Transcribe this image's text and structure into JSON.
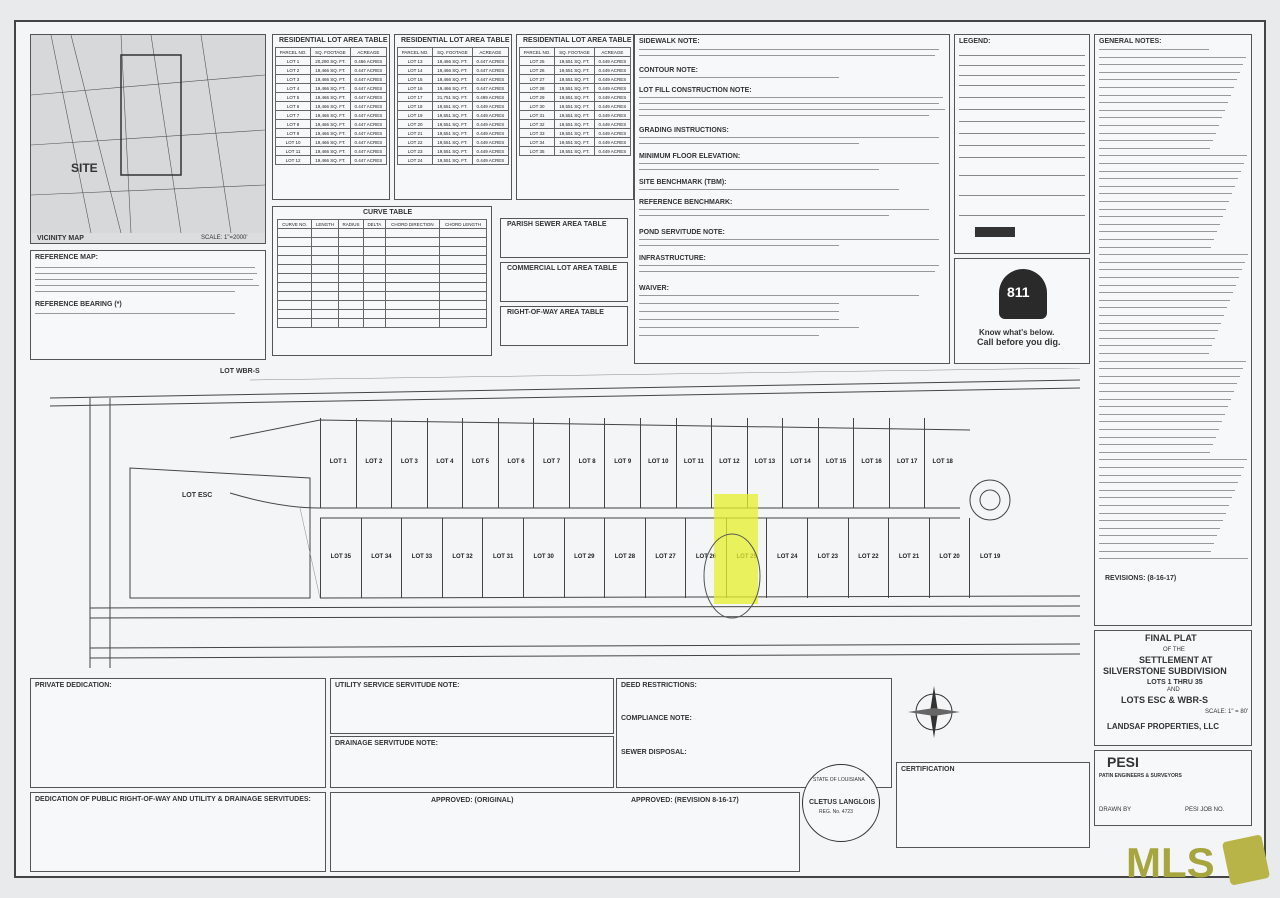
{
  "vicinity": {
    "title": "VICINITY MAP",
    "scale": "SCALE: 1\"=2000'",
    "site": "SITE"
  },
  "reference": {
    "map_title": "REFERENCE MAP:",
    "bearing_title": "REFERENCE BEARING (*)"
  },
  "tables": {
    "res1_title": "RESIDENTIAL LOT AREA TABLE",
    "res2_title": "RESIDENTIAL LOT AREA TABLE",
    "res3_title": "RESIDENTIAL LOT AREA TABLE",
    "headers": [
      "PARCEL NO.",
      "SQ. FOOTAGE",
      "ACREAGE"
    ],
    "res1": [
      [
        "LOT 1",
        "20,290 SQ. FT.",
        "0.466 ACRES"
      ],
      [
        "LOT 2",
        "19,466 SQ. FT.",
        "0.447 ACRES"
      ],
      [
        "LOT 3",
        "19,466 SQ. FT.",
        "0.447 ACRES"
      ],
      [
        "LOT 4",
        "19,466 SQ. FT.",
        "0.447 ACRES"
      ],
      [
        "LOT 5",
        "19,466 SQ. FT.",
        "0.447 ACRES"
      ],
      [
        "LOT 6",
        "19,466 SQ. FT.",
        "0.447 ACRES"
      ],
      [
        "LOT 7",
        "19,466 SQ. FT.",
        "0.447 ACRES"
      ],
      [
        "LOT 8",
        "19,466 SQ. FT.",
        "0.447 ACRES"
      ],
      [
        "LOT 9",
        "19,466 SQ. FT.",
        "0.447 ACRES"
      ],
      [
        "LOT 10",
        "19,466 SQ. FT.",
        "0.447 ACRES"
      ],
      [
        "LOT 11",
        "19,466 SQ. FT.",
        "0.447 ACRES"
      ],
      [
        "LOT 12",
        "19,466 SQ. FT.",
        "0.447 ACRES"
      ]
    ],
    "res2": [
      [
        "LOT 13",
        "19,466 SQ. FT.",
        "0.447 ACRES"
      ],
      [
        "LOT 14",
        "19,466 SQ. FT.",
        "0.447 ACRES"
      ],
      [
        "LOT 15",
        "19,466 SQ. FT.",
        "0.447 ACRES"
      ],
      [
        "LOT 16",
        "19,466 SQ. FT.",
        "0.447 ACRES"
      ],
      [
        "LOT 17",
        "21,751 SQ. FT.",
        "0.499 ACRES"
      ],
      [
        "LOT 18",
        "19,551 SQ. FT.",
        "0.449 ACRES"
      ],
      [
        "LOT 19",
        "19,551 SQ. FT.",
        "0.449 ACRES"
      ],
      [
        "LOT 20",
        "19,551 SQ. FT.",
        "0.449 ACRES"
      ],
      [
        "LOT 21",
        "19,551 SQ. FT.",
        "0.449 ACRES"
      ],
      [
        "LOT 22",
        "19,551 SQ. FT.",
        "0.449 ACRES"
      ],
      [
        "LOT 23",
        "19,551 SQ. FT.",
        "0.449 ACRES"
      ],
      [
        "LOT 24",
        "19,551 SQ. FT.",
        "0.449 ACRES"
      ]
    ],
    "res3": [
      [
        "LOT 25",
        "19,551 SQ. FT.",
        "0.449 ACRES"
      ],
      [
        "LOT 26",
        "19,551 SQ. FT.",
        "0.449 ACRES"
      ],
      [
        "LOT 27",
        "19,551 SQ. FT.",
        "0.449 ACRES"
      ],
      [
        "LOT 28",
        "19,551 SQ. FT.",
        "0.449 ACRES"
      ],
      [
        "LOT 29",
        "19,551 SQ. FT.",
        "0.449 ACRES"
      ],
      [
        "LOT 30",
        "19,551 SQ. FT.",
        "0.449 ACRES"
      ],
      [
        "LOT 31",
        "19,551 SQ. FT.",
        "0.449 ACRES"
      ],
      [
        "LOT 32",
        "19,551 SQ. FT.",
        "0.449 ACRES"
      ],
      [
        "LOT 33",
        "19,551 SQ. FT.",
        "0.449 ACRES"
      ],
      [
        "LOT 34",
        "19,551 SQ. FT.",
        "0.449 ACRES"
      ],
      [
        "LOT 35",
        "19,551 SQ. FT.",
        "0.449 ACRES"
      ]
    ],
    "curve_title": "CURVE TABLE",
    "curve_headers": [
      "CURVE NO.",
      "LENGTH",
      "RADIUS",
      "DELTA",
      "CHORD DIRECTION",
      "CHORD LENGTH"
    ],
    "parish_sewer_title": "PARISH SEWER AREA TABLE",
    "commercial_title": "COMMERCIAL LOT AREA TABLE",
    "row_title": "RIGHT-OF-WAY AREA TABLE"
  },
  "notes": {
    "sidewalk": "SIDEWALK NOTE:",
    "contour": "CONTOUR NOTE:",
    "fill": "LOT FILL CONSTRUCTION NOTE:",
    "grading": "GRADING INSTRUCTIONS:",
    "min_floor": "MINIMUM FLOOR ELEVATION:",
    "benchmark": "SITE BENCHMARK (TBM):",
    "ref_benchmark": "REFERENCE BENCHMARK:",
    "pond": "POND SERVITUDE NOTE:",
    "infrastructure": "INFRASTRUCTURE:",
    "waiver": "WAIVER:",
    "legend": "LEGEND:",
    "general": "GENERAL NOTES:"
  },
  "callout": {
    "line1": "Know what's below.",
    "line2": "Call before you dig.",
    "number": "811"
  },
  "plat": {
    "lots_top": [
      "LOT 1",
      "LOT 2",
      "LOT 3",
      "LOT 4",
      "LOT 5",
      "LOT 6",
      "LOT 7",
      "LOT 8",
      "LOT 9",
      "LOT 10",
      "LOT 11",
      "LOT 12",
      "LOT 13",
      "LOT 14",
      "LOT 15",
      "LOT 16",
      "LOT 17",
      "LOT 18"
    ],
    "lots_bottom": [
      "LOT 35",
      "LOT 34",
      "LOT 33",
      "LOT 32",
      "LOT 31",
      "LOT 30",
      "LOT 29",
      "LOT 28",
      "LOT 27",
      "LOT 26",
      "LOT 25",
      "LOT 24",
      "LOT 23",
      "LOT 22",
      "LOT 21",
      "LOT 20",
      "LOT 19"
    ],
    "esc": "LOT ESC",
    "wbr": "LOT WBR-S"
  },
  "lower": {
    "private_dedication": "PRIVATE DEDICATION:",
    "dedication_row": "DEDICATION OF PUBLIC RIGHT-OF-WAY AND UTILITY & DRAINAGE SERVITUDES:",
    "utility": "UTILITY SERVICE SERVITUDE NOTE:",
    "drainage": "DRAINAGE SERVITUDE NOTE:",
    "deed": "DEED RESTRICTIONS:",
    "compliance": "COMPLIANCE NOTE:",
    "sewer": "SEWER DISPOSAL:",
    "approved": "APPROVED: (ORIGINAL)",
    "approved_rev": "APPROVED: (REVISION 8-16-17)",
    "certification": "CERTIFICATION",
    "seal": "CLETUS LANGLOIS",
    "seal_state": "STATE OF LOUISIANA",
    "seal_reg": "REG. No. 4723",
    "revisions": "REVISIONS: (8-16-17)"
  },
  "titleblock": {
    "final": "FINAL PLAT",
    "of": "OF THE",
    "name1": "SETTLEMENT AT",
    "name2": "SILVERSTONE SUBDIVISION",
    "lots": "LOTS 1 THRU 35",
    "and": "AND",
    "lots2": "LOTS ESC & WBR-S",
    "owner": "LANDSAF PROPERTIES, LLC",
    "scale": "SCALE: 1\" = 80'",
    "firm": "PATIN ENGINEERS & SURVEYORS",
    "firm_short": "PESI",
    "drawn": "DRAWN BY",
    "job": "PESI JOB NO."
  },
  "watermark": "MLS"
}
